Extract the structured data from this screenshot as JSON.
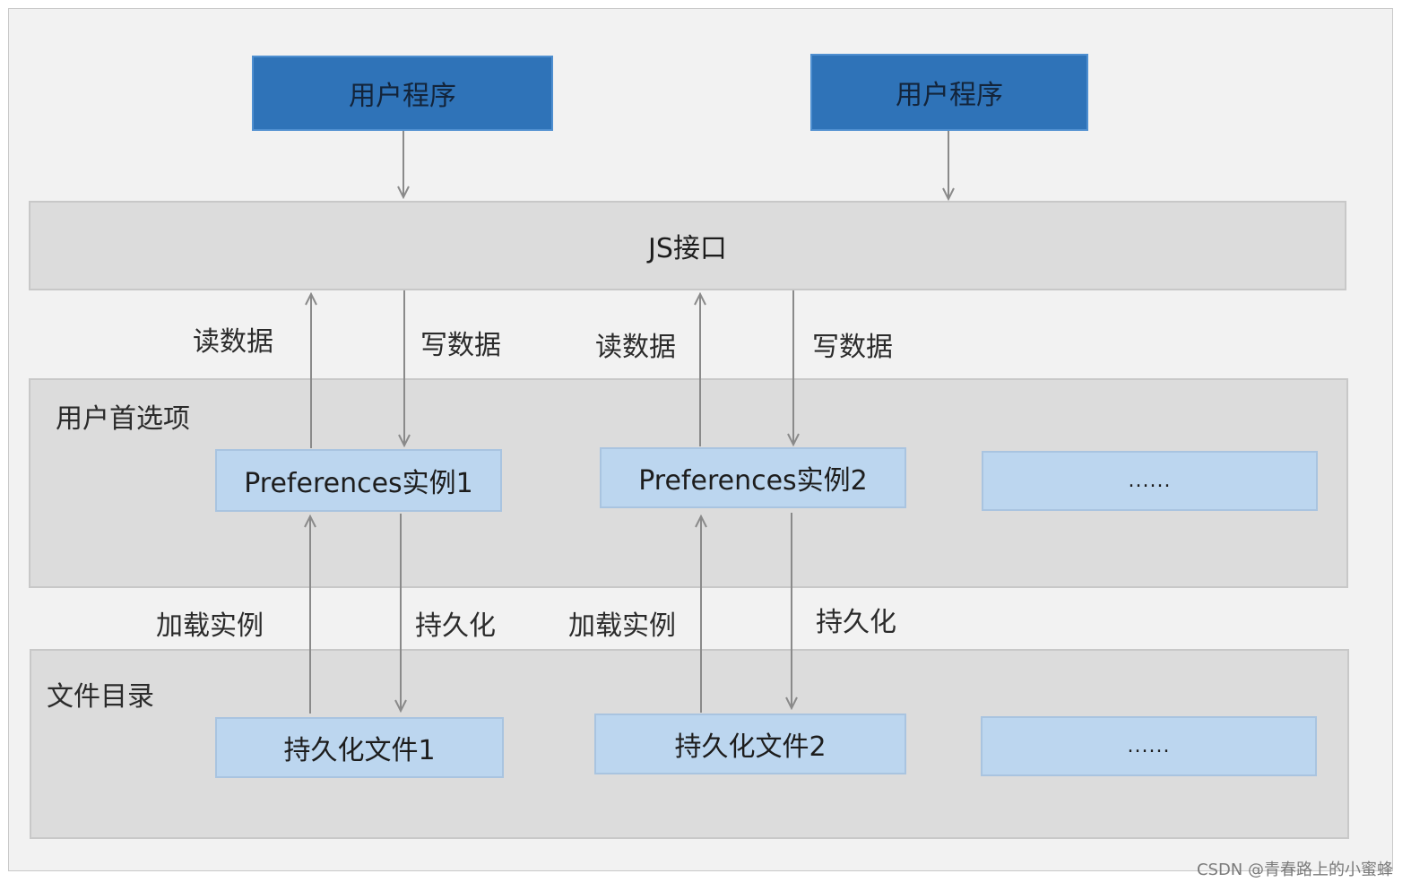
{
  "apps": [
    "用户程序",
    "用户程序"
  ],
  "js_layer": "JS接口",
  "pref_layer": {
    "title": "用户首选项",
    "instances": [
      "Preferences实例1",
      "Preferences实例2",
      "......"
    ]
  },
  "file_layer": {
    "title": "文件目录",
    "files": [
      "持久化文件1",
      "持久化文件2",
      "......"
    ]
  },
  "labels": {
    "read1": "读数据",
    "write1": "写数据",
    "read2": "读数据",
    "write2": "写数据",
    "load1": "加载实例",
    "persist1": "持久化",
    "load2": "加载实例",
    "persist2": "持久化"
  },
  "watermark": "CSDN @青春路上的小蜜蜂",
  "colors": {
    "app": "#2f73b8",
    "instance": "#bcd6ef",
    "layer": "#dcdcdc",
    "arrow": "#8a8a8a"
  }
}
